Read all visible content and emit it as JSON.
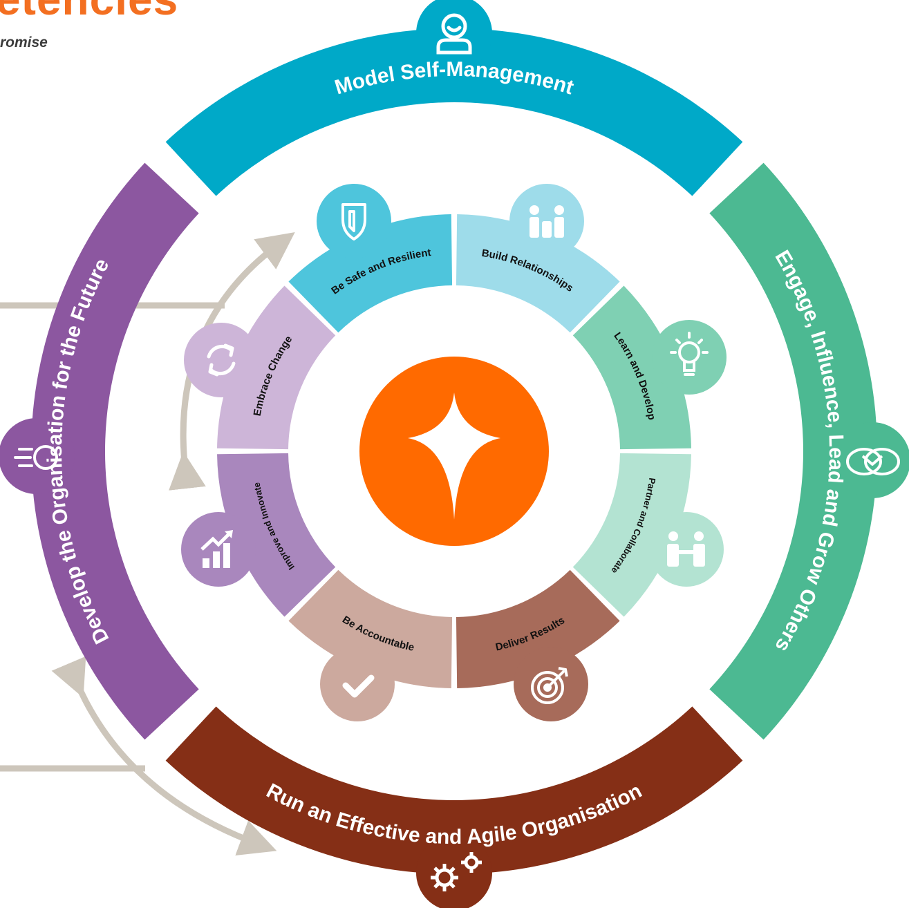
{
  "header": {
    "title": "etencies",
    "subtitle": "romise"
  },
  "colors": {
    "title": "#f36f21",
    "outer_top": "#00a9c8",
    "outer_right": "#4cb992",
    "outer_bottom": "#852f16",
    "outer_left": "#8c57a0",
    "center": "#ff6a00",
    "arrows": "#cdc6bb"
  },
  "outer_ring": [
    {
      "label": "Model Self-Management",
      "icon": "person-icon",
      "color": "#00a9c8"
    },
    {
      "label": "Engage, Influence, Lead and Grow Others",
      "icon": "handshake-icon",
      "color": "#4cb992"
    },
    {
      "label": "Run an Effective and Agile Organisation",
      "icon": "gears-icon",
      "color": "#852f16"
    },
    {
      "label": "Develop the Organisation for the Future",
      "icon": "speed-circle-icon",
      "color": "#8c57a0"
    }
  ],
  "inner_ring": [
    {
      "label": "Be Safe and Resilient",
      "icon": "shield-icon",
      "color": "#4ec5dc"
    },
    {
      "label": "Build Relationships",
      "icon": "people-icon",
      "color": "#9edcea"
    },
    {
      "label": "Learn and Develop",
      "icon": "lightbulb-icon",
      "color": "#7fd0b3"
    },
    {
      "label": "Partner and Collaborate",
      "icon": "partners-icon",
      "color": "#b3e3d2"
    },
    {
      "label": "Deliver Results",
      "icon": "target-icon",
      "color": "#a76b5a"
    },
    {
      "label": "Be Accountable",
      "icon": "check-icon",
      "color": "#cca99e"
    },
    {
      "label": "Improve and Innovate",
      "icon": "growth-chart-icon",
      "color": "#a987bd"
    },
    {
      "label": "Embrace Change",
      "icon": "refresh-icon",
      "color": "#cdb5d8"
    }
  ],
  "center": {
    "icon": "star-icon"
  }
}
